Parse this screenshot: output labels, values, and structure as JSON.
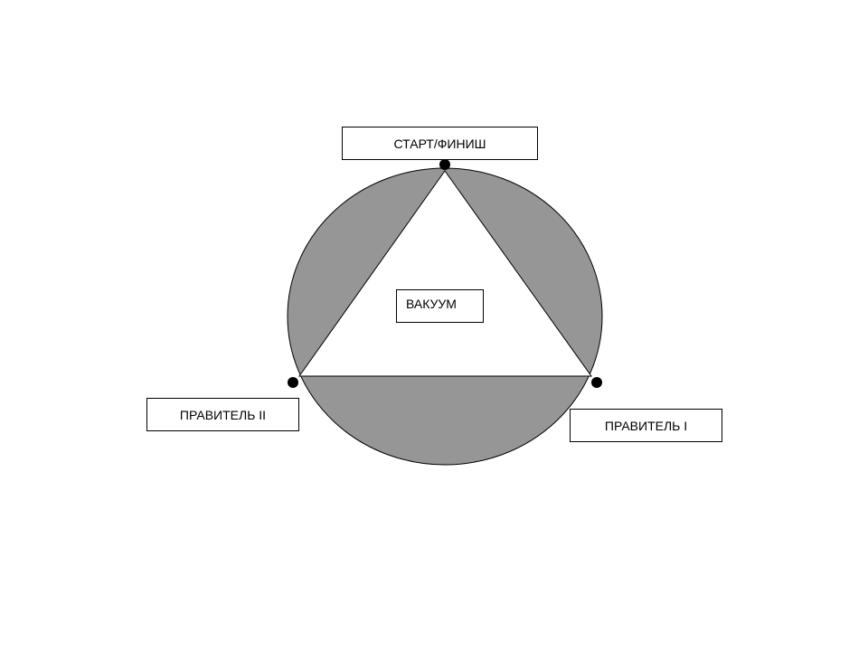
{
  "labels": {
    "start_finish": "СТАРТ/ФИНИШ",
    "vacuum": "ВАКУУМ",
    "ruler_1": "ПРАВИТЕЛЬ I",
    "ruler_2": "ПРАВИТЕЛЬ II"
  },
  "colors": {
    "segment_fill": "#969696",
    "triangle_fill": "#ffffff",
    "outline": "#000000",
    "node": "#000000"
  }
}
